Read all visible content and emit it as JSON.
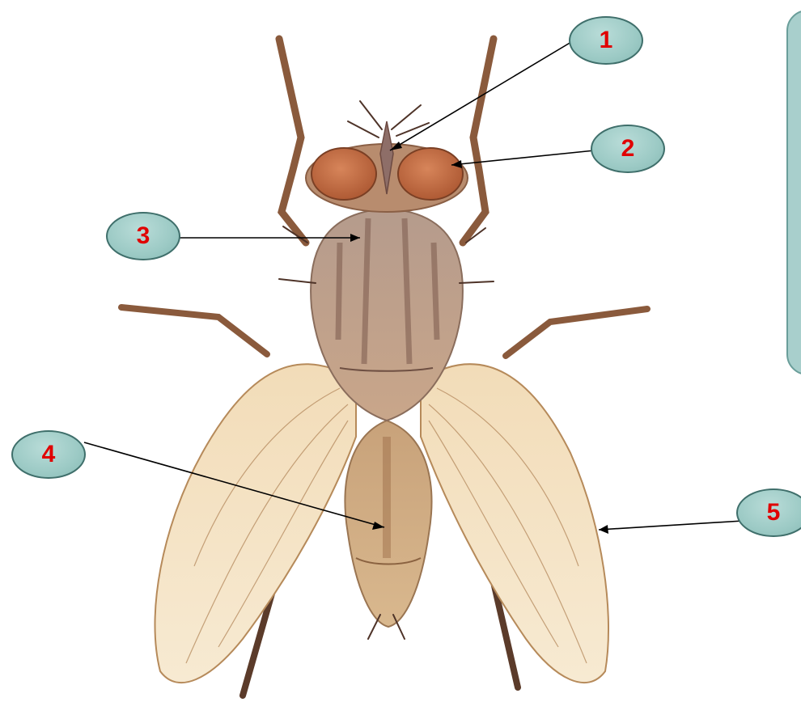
{
  "diagram": {
    "subject": "housefly-dorsal-view",
    "colors": {
      "callout_fill": "#9ccac5",
      "callout_border": "#3f6f6b",
      "callout_text": "#e00000",
      "panel_fill": "#a8cfcc",
      "leader_line": "#000000"
    },
    "callouts": [
      {
        "id": "c1",
        "label": "1",
        "target": "head-frons"
      },
      {
        "id": "c2",
        "label": "2",
        "target": "compound-eye"
      },
      {
        "id": "c3",
        "label": "3",
        "target": "thorax"
      },
      {
        "id": "c4",
        "label": "4",
        "target": "abdomen"
      },
      {
        "id": "c5",
        "label": "5",
        "target": "wing"
      }
    ]
  }
}
